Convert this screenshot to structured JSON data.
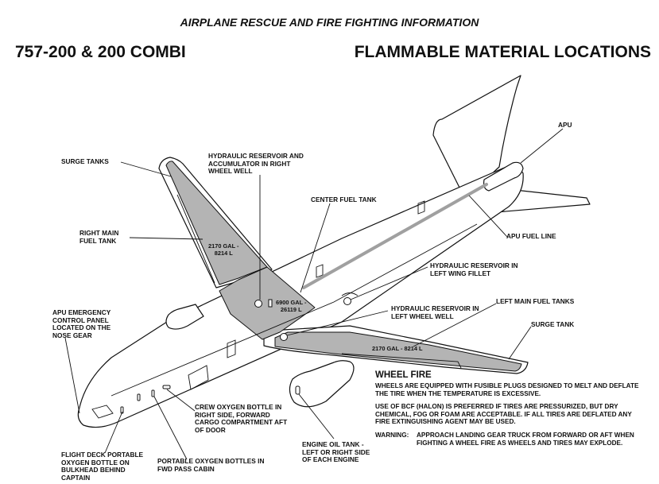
{
  "header": {
    "title": "AIRPLANE RESCUE AND FIRE FIGHTING INFORMATION",
    "model": "757-200 & 200 COMBI",
    "section": "FLAMMABLE MATERIAL LOCATIONS"
  },
  "labels": {
    "surge_tanks": "SURGE TANKS",
    "hydraulic_right": "HYDRAULIC RESERVOIR AND\nACCUMULATOR IN RIGHT\nWHEEL WELL",
    "center_fuel_tank": "CENTER FUEL TANK",
    "apu": "APU",
    "apu_fuel_line": "APU FUEL LINE",
    "right_main_fuel_tank": "RIGHT MAIN\nFUEL TANK",
    "hydraulic_left_fillet": "HYDRAULIC RESERVOIR IN\nLEFT WING FILLET",
    "apu_emergency_panel": "APU EMERGENCY\nCONTROL PANEL\nLOCATED ON THE\nNOSE GEAR",
    "hydraulic_left_wheel": "HYDRAULIC RESERVOIR IN\nLEFT WHEEL WELL",
    "left_main_fuel_tanks": "LEFT MAIN FUEL TANKS",
    "surge_tank": "SURGE TANK",
    "crew_oxygen": "CREW OXYGEN BOTTLE IN\nRIGHT SIDE, FORWARD\nCARGO COMPARTMENT AFT\nOF DOOR",
    "flight_deck_oxygen": "FLIGHT DECK PORTABLE\nOXYGEN BOTTLE ON\nBULKHEAD BEHIND\nCAPTAIN",
    "portable_oxygen": "PORTABLE OXYGEN BOTTLES IN\nFWD PASS CABIN",
    "engine_oil_tank": "ENGINE OIL TANK -\nLEFT OR RIGHT SIDE\nOF EACH ENGINE"
  },
  "volumes": {
    "right_wing": "2170 GAL -\n8214 L",
    "center": "6900 GAL -\n26119 L",
    "left_wing": "2170 GAL - 8214 L"
  },
  "wheel_fire": {
    "title": "WHEEL FIRE",
    "para1": "WHEELS ARE EQUIPPED WITH FUSIBLE PLUGS DESIGNED TO MELT AND DEFLATE THE TIRE WHEN THE TEMPERATURE IS EXCESSIVE.",
    "para2": "USE OF BCF (HALON) IS PREFERRED IF TIRES ARE PRESSURIZED, BUT DRY CHEMICAL, FOG OR FOAM ARE ACCEPTABLE. IF ALL TIRES ARE DEFLATED ANY FIRE EXTINGUISHING AGENT MAY BE USED.",
    "warning_label": "WARNING:",
    "warning_text": "APPROACH LANDING GEAR TRUCK FROM FORWARD OR AFT  WHEN FIGHTING A WHEEL FIRE AS WHEELS AND TIRES MAY EXPLODE."
  },
  "colors": {
    "tank_fill": "#b4b4b4",
    "apu_line": "#a0a0a0",
    "outline": "#111111"
  }
}
